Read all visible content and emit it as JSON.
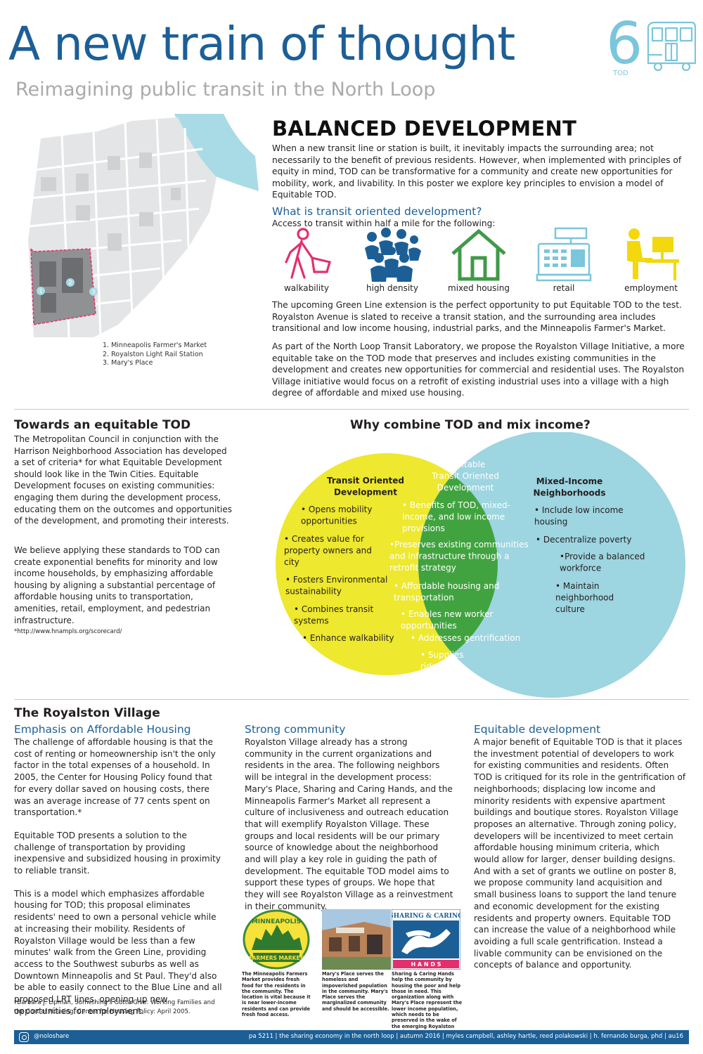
{
  "header": {
    "title": "A new train of thought",
    "subtitle": "Reimagining public transit in the North Loop",
    "poster_number": "6",
    "poster_tag": "TOD"
  },
  "map": {
    "legend": [
      "1. Minneapolis Farmer's Market",
      "2. Royalston Light Rail Station",
      "3. Mary's Place"
    ],
    "markers": [
      "1",
      "2",
      "3"
    ]
  },
  "balanced": {
    "title": "BALANCED DEVELOPMENT",
    "intro": "When a new transit line or station is built, it inevitably impacts the surrounding area; not necessarily to the benefit of previous residents. However, when implemented with principles of equity in mind, TOD can be transformative for a community and create new opportunities for mobility, work, and livability. In this poster we explore key principles to envision a model of Equitable TOD.",
    "question": "What is transit oriented development?",
    "question_sub": "Access to transit within half a mile for the following:",
    "icons": [
      {
        "label": "walkability",
        "icon": "shopper-icon",
        "color": "#e2306c"
      },
      {
        "label": "high density",
        "icon": "crowd-icon",
        "color": "#1c5f97"
      },
      {
        "label": "mixed housing",
        "icon": "house-icon",
        "color": "#3f9a47"
      },
      {
        "label": "retail",
        "icon": "cash-register-icon",
        "color": "#7ac6dc"
      },
      {
        "label": "employment",
        "icon": "desk-worker-icon",
        "color": "#f2d80c"
      }
    ],
    "p2": "The upcoming Green Line extension is the perfect opportunity to put Equitable TOD to the test. Royalston Avenue is slated to receive a transit station, and the surrounding area includes transitional and low income housing, industrial parks, and the Minneapolis Farmer's Market.",
    "p3": "As part of the North Loop Transit Laboratory, we propose the Royalston Village Initiative, a more equitable take on the TOD mode that preserves and includes existing communities in the development and creates new opportunities for commercial and residential uses. The Royalston Village initiative would focus on a retrofit of existing industrial uses into a village with a high degree of affordable and mixed use housing."
  },
  "equitable": {
    "title": "Towards an equitable TOD",
    "body1": "The Metropolitan Council in conjunction with the Harrison Neighborhood Association has developed a set of criteria* for what Equitable Development should look like in the Twin Cities. Equitable Development focuses on existing communities: engaging them during the development process, educating them on the outcomes and opportunities of the development, and promoting their interests.",
    "body2": "We believe applying these standards to TOD can create exponential benefits for minority and low income households, by emphasizing affordable housing by aligning a substantial percentage of affordable housing units to transportation, amenities, retail, employment, and pedestrian infrastructure.",
    "footnote": "*http://www.hnampls.org/scorecard/"
  },
  "venn": {
    "title": "Why combine TOD and mix income?",
    "left_title": [
      "Transit Oriented",
      "Development"
    ],
    "left_items": [
      [
        "• Opens mobility",
        "opportunities"
      ],
      [
        "• Creates value for",
        "property owners and",
        "city"
      ],
      [
        "• Fosters Environmental",
        "sustainability"
      ],
      [
        "• Combines transit",
        "systems"
      ],
      [
        "• Enhance walkability"
      ]
    ],
    "center_title": [
      "Equitable",
      "Transit Oriented",
      "Development"
    ],
    "center_items": [
      [
        "• Benefits of TOD, mixed-",
        "income, and low income",
        "provisions"
      ],
      [
        "•Preserves existing communities",
        "and infrastructure through a",
        "retrofit strategy"
      ],
      [
        "• Affordable housing and",
        "transportation"
      ],
      [
        "• Enables new worker",
        "opportunities"
      ],
      [
        "• Addresses gentrification"
      ],
      [
        "• Supplies",
        "ridership"
      ]
    ],
    "right_title": [
      "Mixed-Income",
      "Neighborhoods"
    ],
    "right_items": [
      [
        "• Include low income",
        "housing"
      ],
      [
        "• Decentralize poverty"
      ],
      [
        "•Provide a balanced",
        "workforce"
      ],
      [
        "• Maintain",
        "neighborhood",
        "culture"
      ]
    ],
    "colors": {
      "left": "#eee82e",
      "center": "#41a33f",
      "right": "#9dd5e1"
    }
  },
  "royalston": {
    "title": "The Royalston Village",
    "col1": {
      "heading": "Emphasis on Affordable Housing",
      "p1": "The challenge of affordable housing is that the cost of renting or homeownership isn't the only factor in the total expenses of a household. In 2005, the Center for Housing Policy found that for every dollar saved on housing costs, there was an average increase of 77 cents spent on transportation.*",
      "p2": "Equitable TOD presents a solution to the challenge of transportation by providing inexpensive and subsidized housing in proximity to reliable transit.",
      "p3": "This is a model which emphasizes affordable housing for TOD; this proposal eliminates residents' need to own a personal vehicle while at increasing their mobility. Residents of Royalston Village would be less than a few minutes' walk from the Green Line, providing access to the Southwest suburbs as well as Downtown Minneapolis and St Paul. They'd also be able to easily connect to the Blue Line and all proposed LRT lines, opening up new opportunities for employment.",
      "footnote": "*Barbara J. Lipman, Something's Gotta Give: Working Families and the Cost of Housing, Center for Housing Policy: April 2005."
    },
    "col2": {
      "heading": "Strong community",
      "p1": "Royalston Village already has a strong community in the current organizations and residents in the area. The following neighbors will be integral in the development process: Mary's Place, Sharing and Caring Hands, and the Minneapolis Farmer's Market all represent a culture of inclusiveness and outreach education that will exemplify Royalston Village. These groups and local residents will be our primary source of knowledge about the neighborhood and will play a key role in guiding the path of development. The equitable TOD model aims to support these types of groups. We hope that they will see Royalston Village as a reinvestment in their community.",
      "photos": [
        {
          "logo_top": "MINNEAPOLIS",
          "logo_bottom": "FARMERS MARKET",
          "caption": "The Minneapolis Farmers Market provides fresh food for the residents in the community. The location is vital because it is near lower-income residents and can provide fresh food access."
        },
        {
          "caption": "Mary's Place serves the homeless and impoverished population in the community. Mary's Place serves the marginalized community and should be accessible."
        },
        {
          "logo_top": "SHARING & CARING",
          "logo_bottom": "H A N D S",
          "caption": "Sharing & Caring Hands help the community by housing the poor and help those in need. This organization along with Mary's Place represent the lower income population, which needs to be preserved in the wake of the emerging Royalston Station."
        }
      ]
    },
    "col3": {
      "heading": "Equitable development",
      "p1": "A major benefit of Equitable TOD is that it places the investment potential of developers to work for existing communities and residents. Often TOD is critiqued for its role in the gentrification of neighborhoods; displacing low income and minority residents with expensive apartment buildings and boutique stores. Royalston Village proposes an alternative. Through zoning policy, developers will be incentivized to meet certain affordable housing minimum criteria, which would allow for larger, denser building designs. And with a set of grants we outline on poster 8, we propose community land acquisition and small business loans to support the land tenure and economic development for the existing residents and property owners. Equitable TOD can increase the value of a neighborhood while avoiding a full scale gentrification. Instead a livable community can be envisioned on the concepts of balance and opportunity."
    }
  },
  "footer": {
    "handle": "@noloshare",
    "credits": "pa 5211 | the sharing economy in the north loop | autumn 2016 | myles campbell, ashley hartle, reed polakowski | h. fernando burga, phd | au16"
  }
}
